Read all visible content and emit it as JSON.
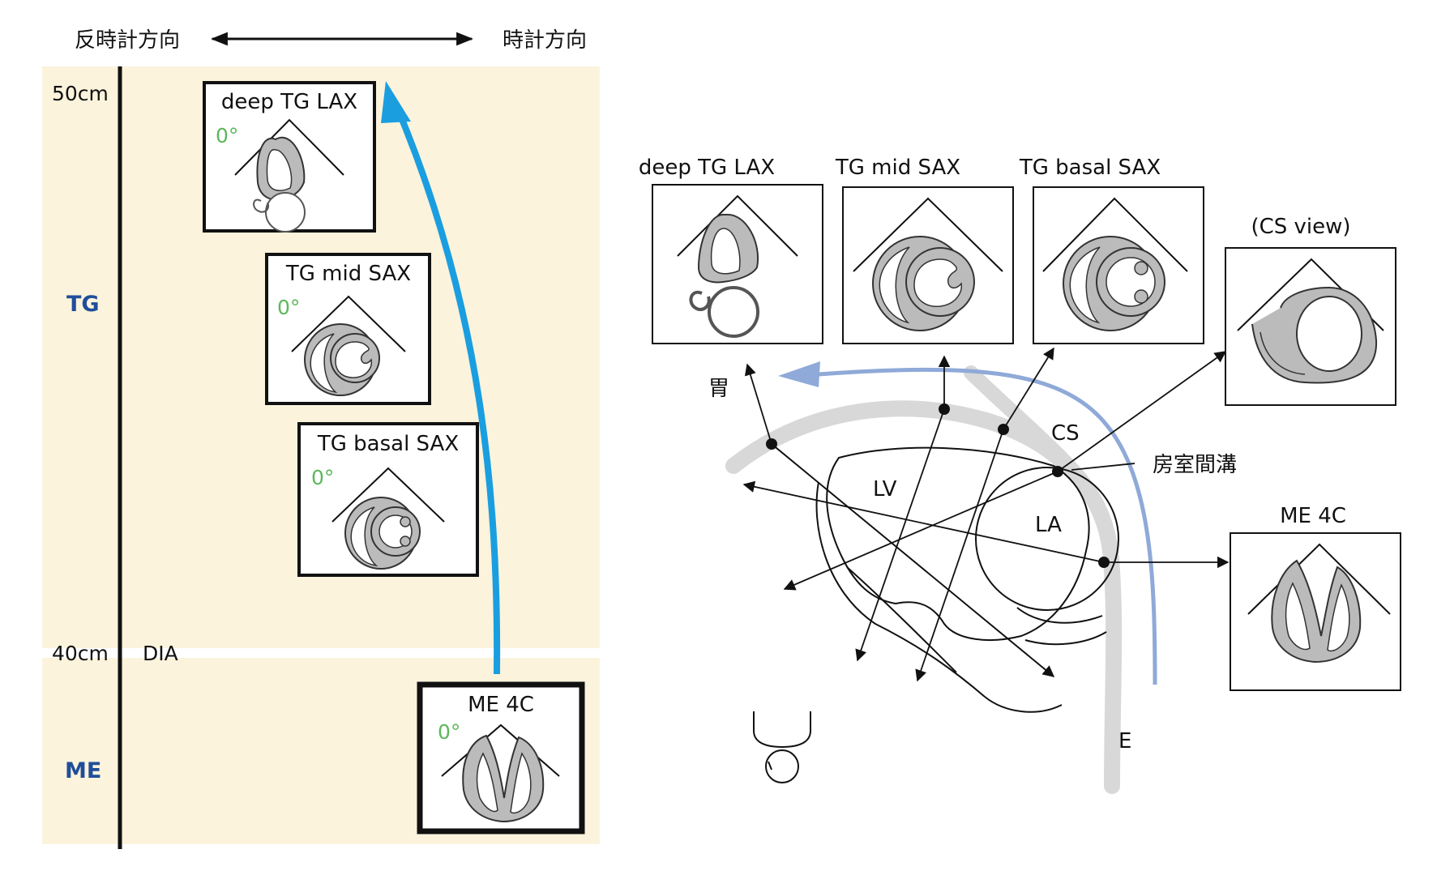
{
  "direction": {
    "counterclockwise": "反時計方向",
    "clockwise": "時計方向"
  },
  "depth": {
    "top": "50cm",
    "bottom": "40cm",
    "diaphragm": "DIA"
  },
  "regions": {
    "tg": "TG",
    "me": "ME"
  },
  "views": {
    "deep_tg_lax": "deep TG LAX",
    "tg_mid_sax": "TG mid SAX",
    "tg_basal_sax": "TG basal SAX",
    "me_4c": "ME 4C",
    "cs_view": "(CS view)"
  },
  "angle": "0°",
  "anatomy": {
    "stomach": "胃",
    "lv": "LV",
    "la": "LA",
    "cs": "CS",
    "av_groove": "房室間溝",
    "esophagus": "E"
  },
  "colors": {
    "panel_bg": "#fbf3dc",
    "probe_arrow": "#1a9ee0",
    "rotation_arrow": "#8fa9d8",
    "esophagus_band": "#d8d8d8",
    "region_text": "#1f4e9a",
    "angle_text": "#5cb85c"
  }
}
